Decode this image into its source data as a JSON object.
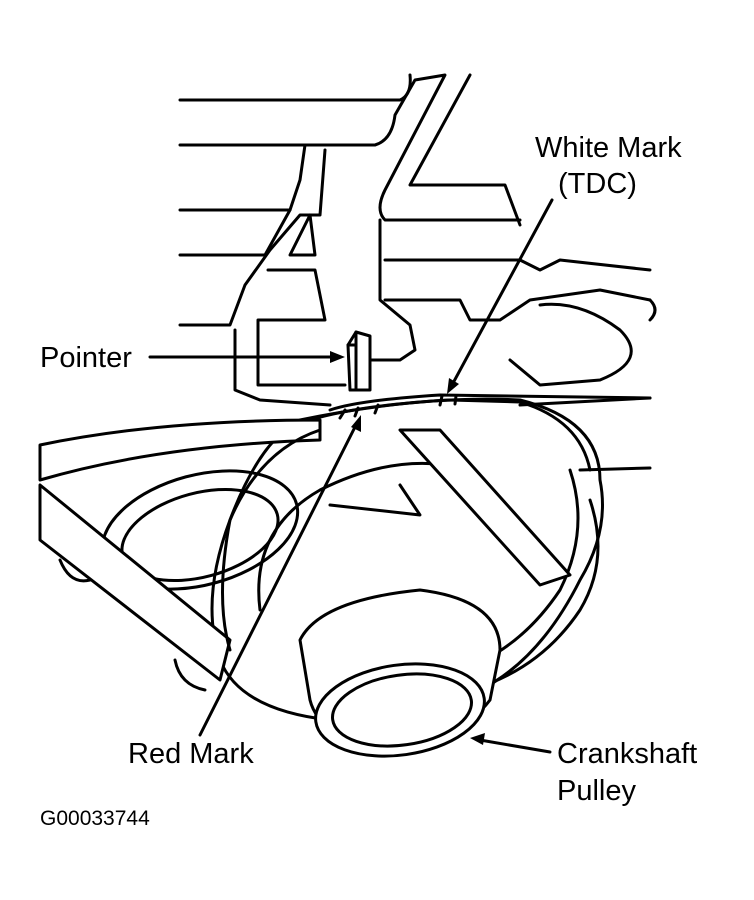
{
  "labels": {
    "white_mark_line1": "White Mark",
    "white_mark_line2": "(TDC)",
    "pointer": "Pointer",
    "red_mark": "Red Mark",
    "crankshaft_line1": "Crankshaft",
    "crankshaft_line2": "Pulley"
  },
  "figure_id": "G00033744"
}
